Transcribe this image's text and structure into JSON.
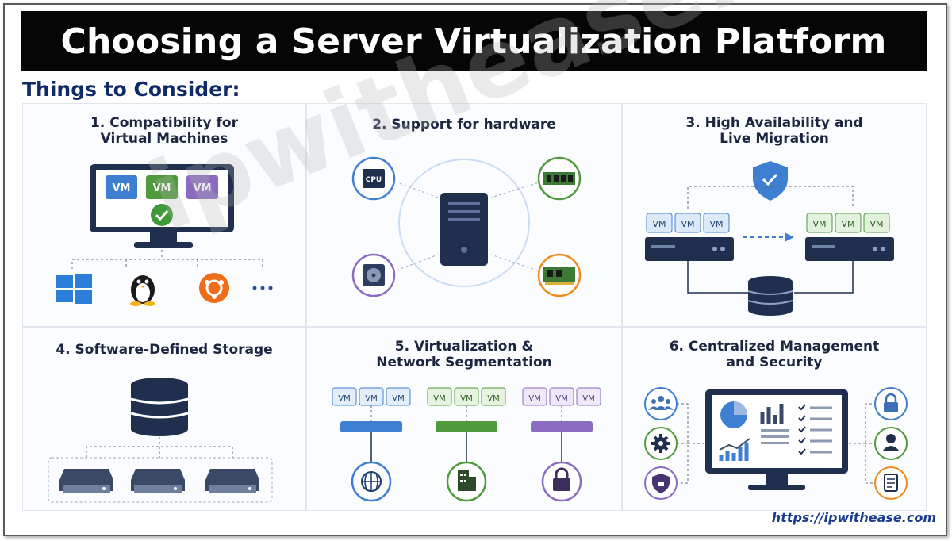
{
  "title": "Choosing a Server Virtualization Platform",
  "subtitle": "Things to Consider:",
  "footer_url": "https://ipwithease.com",
  "watermark": "ipwithease.com",
  "colors": {
    "title_bg": "#060606",
    "subtitle": "#0f2a66",
    "vm_blue": "#3f7fd1",
    "vm_green": "#4f9a3c",
    "vm_purple": "#8a6bbf",
    "accent_orange": "#f08a1c",
    "server_navy": "#1f2f4d"
  },
  "panels": [
    {
      "title_lines": [
        "1. Compatibility for",
        "Virtual Machines"
      ],
      "vm_label": "VM",
      "icons": [
        "windows-icon",
        "linux-tux-icon",
        "ubuntu-icon",
        "more-dots-icon"
      ]
    },
    {
      "title_lines": [
        "2. Support for hardware"
      ],
      "cpu_label": "CPU",
      "icons": [
        "cpu-icon",
        "ram-module-icon",
        "hard-disk-icon",
        "network-card-icon",
        "server-tower-icon"
      ]
    },
    {
      "title_lines": [
        "3. High Availability and",
        "Live Migration"
      ],
      "vm_label": "VM",
      "icons": [
        "shield-check-icon",
        "database-icon",
        "migration-arrow-icon"
      ]
    },
    {
      "title_lines": [
        "4. Software-Defined Storage"
      ],
      "icons": [
        "database-icon",
        "storage-drive-icon"
      ]
    },
    {
      "title_lines": [
        "5. Virtualization &",
        "Network Segmentation"
      ],
      "vm_label": "VM",
      "icons": [
        "globe-icon",
        "building-icon",
        "lock-icon"
      ]
    },
    {
      "title_lines": [
        "6. Centralized Management",
        "and Security"
      ],
      "icons": [
        "users-icon",
        "gear-icon",
        "shield-lock-icon",
        "lock-icon",
        "user-icon",
        "document-icon",
        "dashboard-monitor-icon"
      ]
    }
  ]
}
